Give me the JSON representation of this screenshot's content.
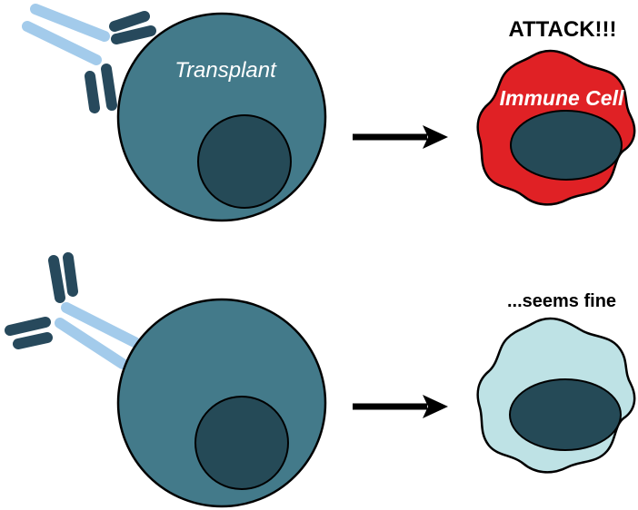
{
  "scenes": {
    "top": {
      "cell_label": "Transplant",
      "caption": "ATTACK!!!",
      "immune_cell_label": "Immune Cell"
    },
    "bottom": {
      "caption": "...seems fine"
    }
  },
  "colors": {
    "background": "#FFFFFF",
    "cell_body": "#437A8A",
    "nucleus": "#254A57",
    "antibody_light_chain": "#A3CBEB",
    "antibody_dark_chain": "#27495C",
    "attacking_immune_cell": "#E02125",
    "calm_immune_cell": "#BEE2E5",
    "outline": "#000000",
    "arrow": "#000000",
    "cell_label_text": "#FFFFFF",
    "immune_cell_label_text": "#FFFFFF",
    "caption_text": "#000000"
  }
}
